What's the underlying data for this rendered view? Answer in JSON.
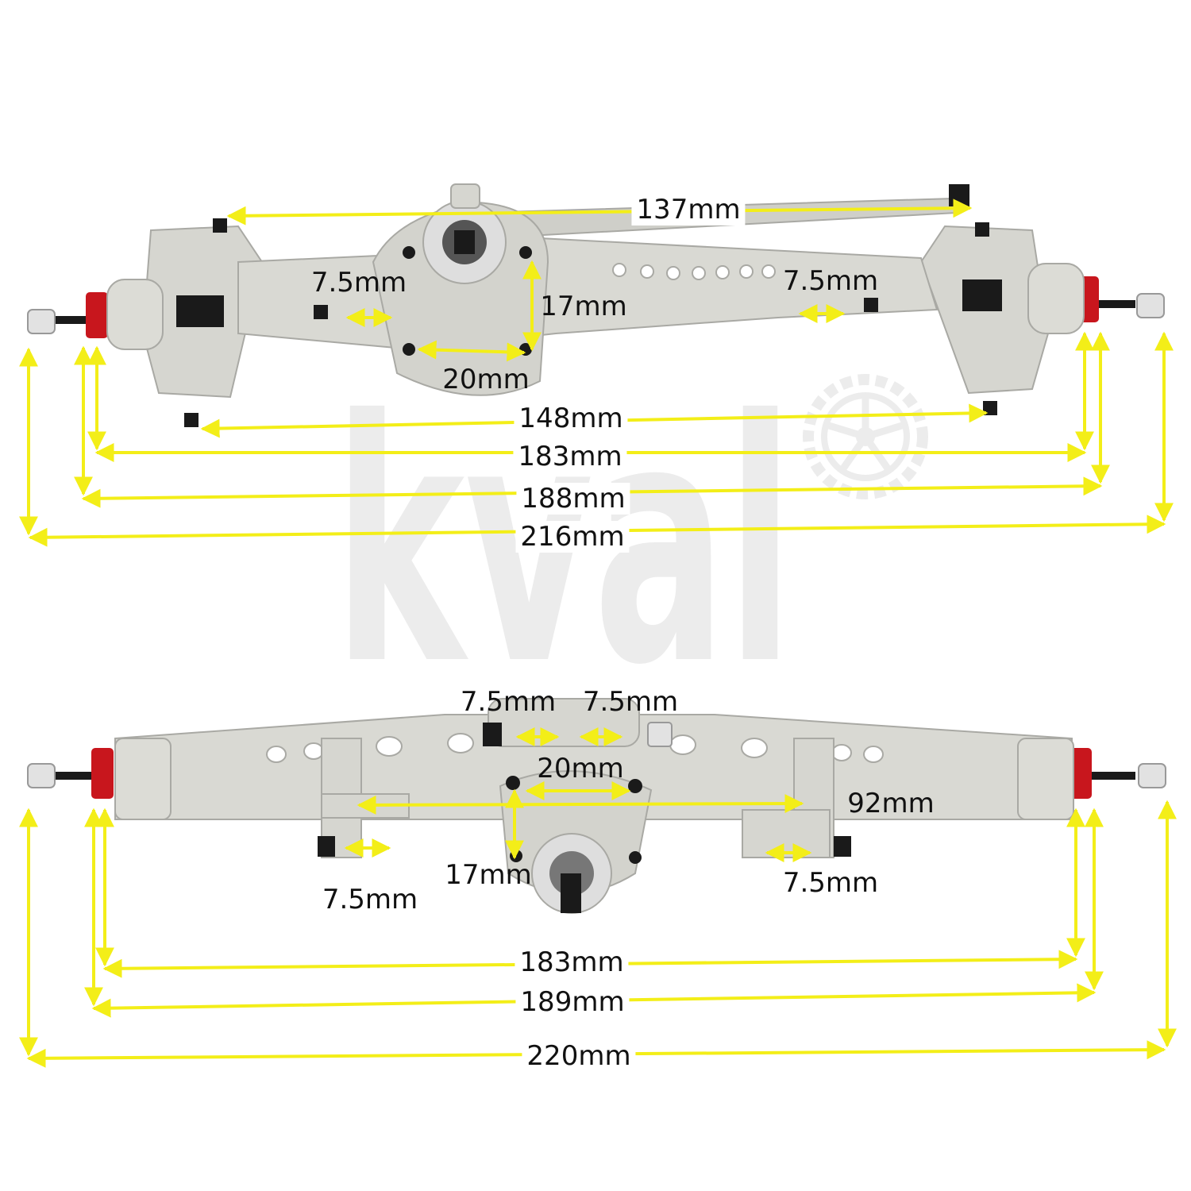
{
  "watermark": {
    "text": "kval",
    "icon": "tire-wheel-icon"
  },
  "colors": {
    "dimension": "#f3ee18",
    "aluminum": "#d6d6d0",
    "aluminum_dark": "#a9a9a4",
    "hex_hub": "#c8161d",
    "hardware": "#1a1a1a",
    "watermark": "#ececec"
  },
  "front_axle": {
    "labels": {
      "rod_length": "137mm",
      "link_left": "7.5mm",
      "link_right": "7.5mm",
      "diff_height": "17mm",
      "diff_spacing": "20mm",
      "pivot_width": "148mm",
      "hex_inner_width": "183mm",
      "hex_outer_width": "188mm",
      "overall_width": "216mm"
    }
  },
  "rear_axle": {
    "labels": {
      "link_top_left": "7.5mm",
      "link_top_right": "7.5mm",
      "diff_spacing": "20mm",
      "mount_spacing": "92mm",
      "diff_height": "17mm",
      "link_bottom_left": "7.5mm",
      "link_bottom_right": "7.5mm",
      "hex_inner_width": "183mm",
      "hex_outer_width": "189mm",
      "overall_width": "220mm"
    }
  }
}
